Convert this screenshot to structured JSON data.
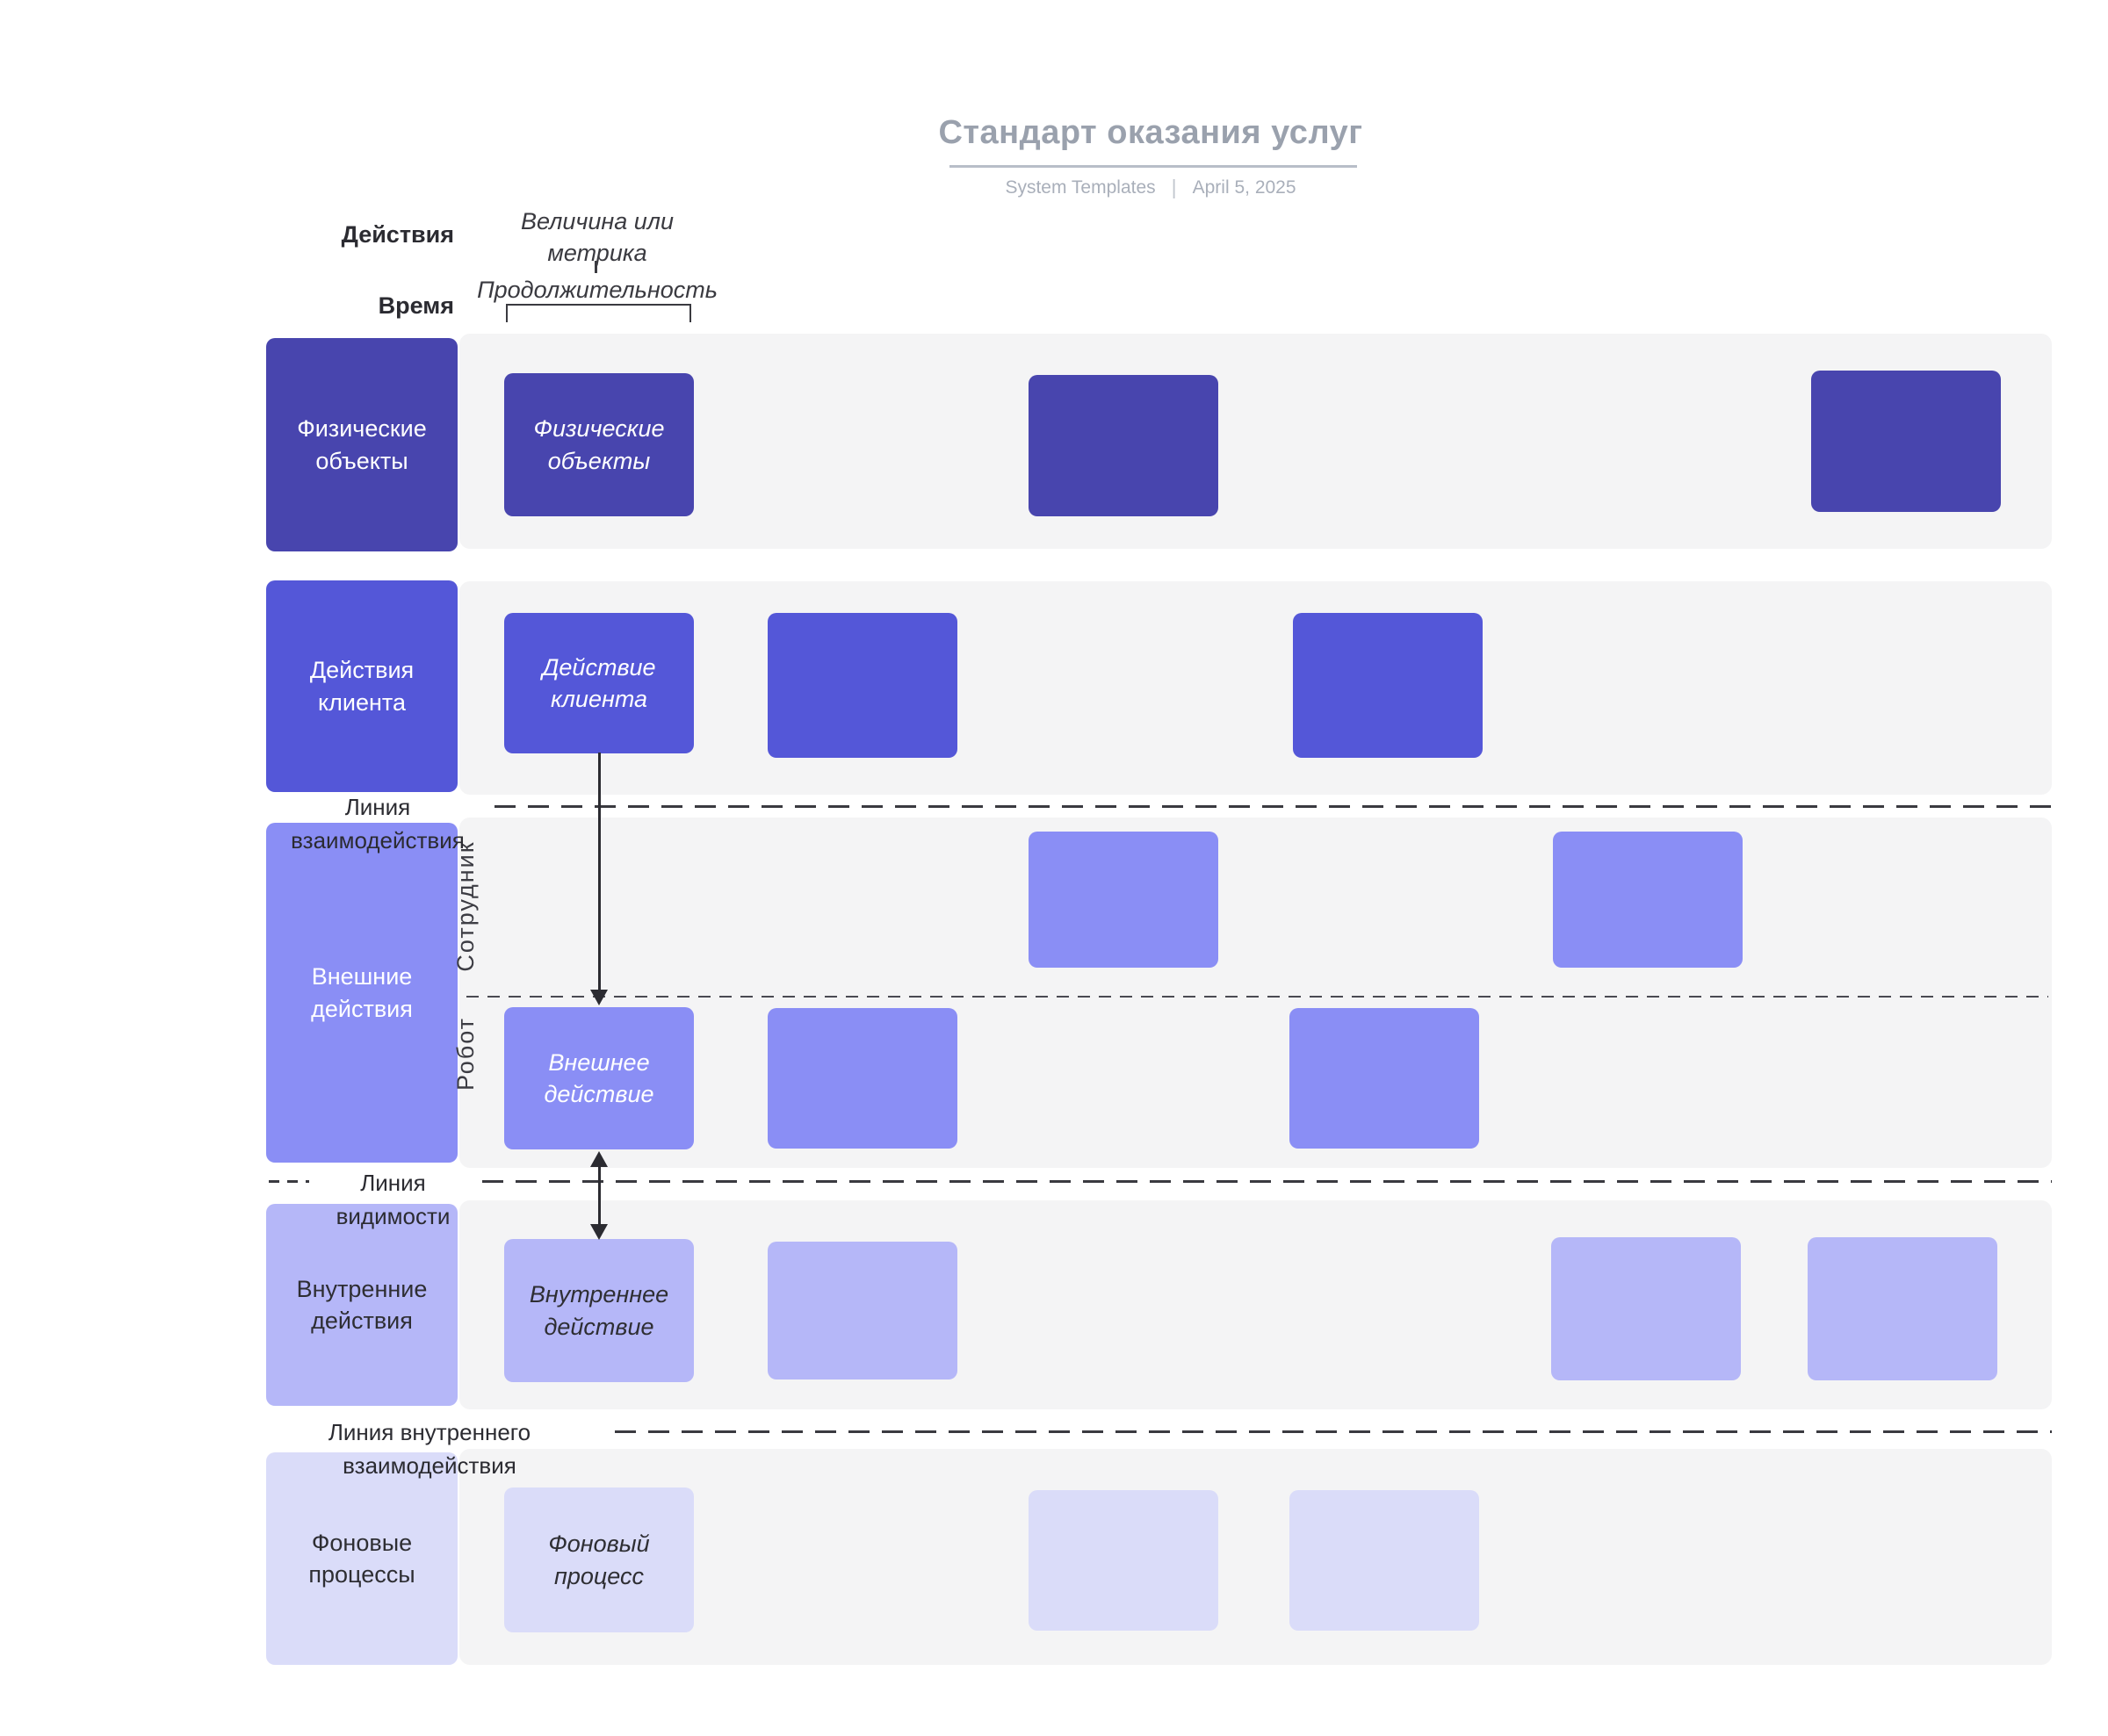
{
  "header": {
    "title": "Стандарт оказания услуг",
    "meta": {
      "author": "System Templates",
      "separator": "|",
      "date": "April 5, 2025"
    }
  },
  "axes": {
    "actions": "Действия",
    "time": "Время",
    "metric": "Величина или\nметрика",
    "duration": "Продолжительность"
  },
  "lanes": [
    {
      "label": "Физические объекты",
      "card": "Физические объекты",
      "color": "#4845ae",
      "text_color": "#ffffff"
    },
    {
      "label": "Действия клиента",
      "card": "Действие клиента",
      "color": "#5457d8",
      "text_color": "#ffffff"
    },
    {
      "label": "Внешние действия",
      "card": "Внешнее действие",
      "color": "#8a8ef5",
      "text_color": "#ffffff",
      "sublanes": [
        {
          "label": "Сотрудник"
        },
        {
          "label": "Робот"
        }
      ]
    },
    {
      "label": "Внутренние действия",
      "card": "Внутреннее действие",
      "color": "#b5b7f8",
      "text_color": "#2e2e33"
    },
    {
      "label": "Фоновые процессы",
      "card": "Фоновый процесс",
      "color": "#dadcf9",
      "text_color": "#2e2e33"
    }
  ],
  "separators": [
    {
      "label": "Линия\nвзаимодействия"
    },
    {
      "label": "Линия\nвидимости"
    },
    {
      "label": "Линия внутреннего\nвзаимодействия"
    }
  ],
  "colors": {
    "lane_bg": "#f4f4f5",
    "ink": "#2b2b31",
    "line": "#3a3a40",
    "divider": "#4a4a52",
    "title": "#9aa1ad",
    "rule": "#b8bec8",
    "meta": "#a9afba",
    "meta_sep": "#c2c7cf",
    "arrow": "#2b2b31"
  }
}
